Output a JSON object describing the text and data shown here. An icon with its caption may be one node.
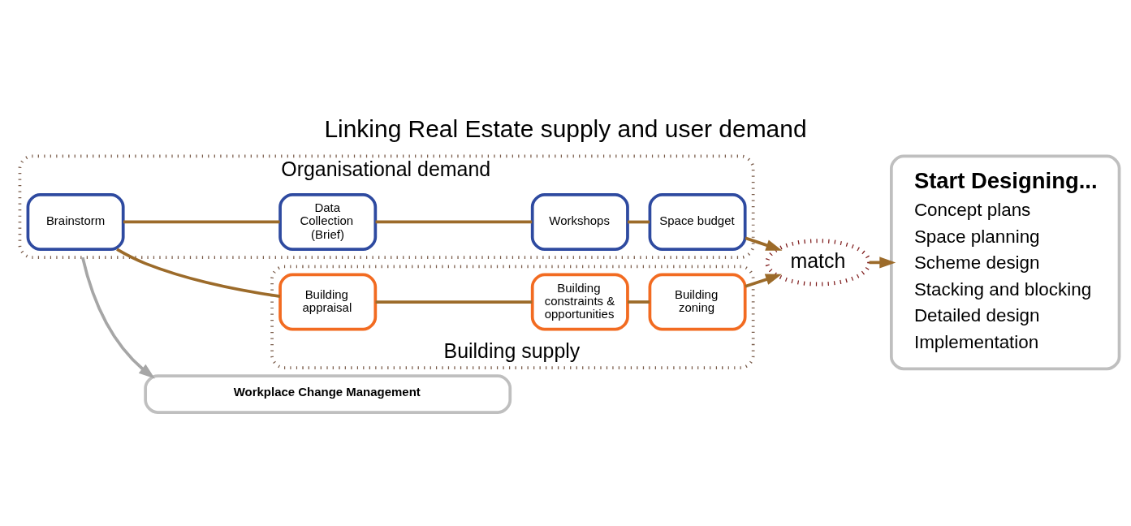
{
  "diagram": {
    "title": "Linking Real Estate supply and user demand",
    "nodes": [
      {
        "text": [
          "Building supply"
        ]
      },
      {
        "text": [
          "Building appraisal"
        ],
        "in": 0
      },
      {
        "text": [
          "Building constraints & opportunities"
        ],
        "in": 0
      },
      {
        "text": [
          "Building zoning"
        ],
        "in": 0
      },
      {
        "text": [
          "Organisational demand"
        ]
      },
      {
        "text": [
          "Brainstorm"
        ],
        "in": 4
      },
      {
        "text": [
          "Data Collection (Brief)"
        ],
        "in": 4
      },
      {
        "text": [
          "Workshops"
        ],
        "in": 4
      },
      {
        "text": [
          "Space budget"
        ],
        "in": 4
      },
      {
        "text": [
          "match"
        ]
      },
      {
        "text": [
          "Start Designing...",
          "Concept plans",
          "Space planning",
          "Scheme design",
          "Stacking and blocking",
          "Detailed design",
          "Implementation"
        ]
      },
      {
        "text": [
          "Workplace Change Management"
        ]
      }
    ],
    "edges": [
      {
        "from": 5,
        "to": 1,
        "arrow": "none"
      },
      {
        "from": 1,
        "to": 2,
        "arrow": "none"
      },
      {
        "from": 2,
        "to": 3,
        "arrow": "none"
      },
      {
        "from": 3,
        "to": 9,
        "arrow": "to"
      },
      {
        "from": 5,
        "to": 6,
        "arrow": "none"
      },
      {
        "from": 6,
        "to": 7,
        "arrow": "none"
      },
      {
        "from": 7,
        "to": 8,
        "arrow": "none"
      },
      {
        "from": 8,
        "to": 9,
        "arrow": "to"
      },
      {
        "from": 9,
        "to": 10,
        "arrow": "to"
      },
      {
        "from": 4,
        "to": 11,
        "arrow": "to",
        "color": "#a6a6a6"
      }
    ]
  }
}
